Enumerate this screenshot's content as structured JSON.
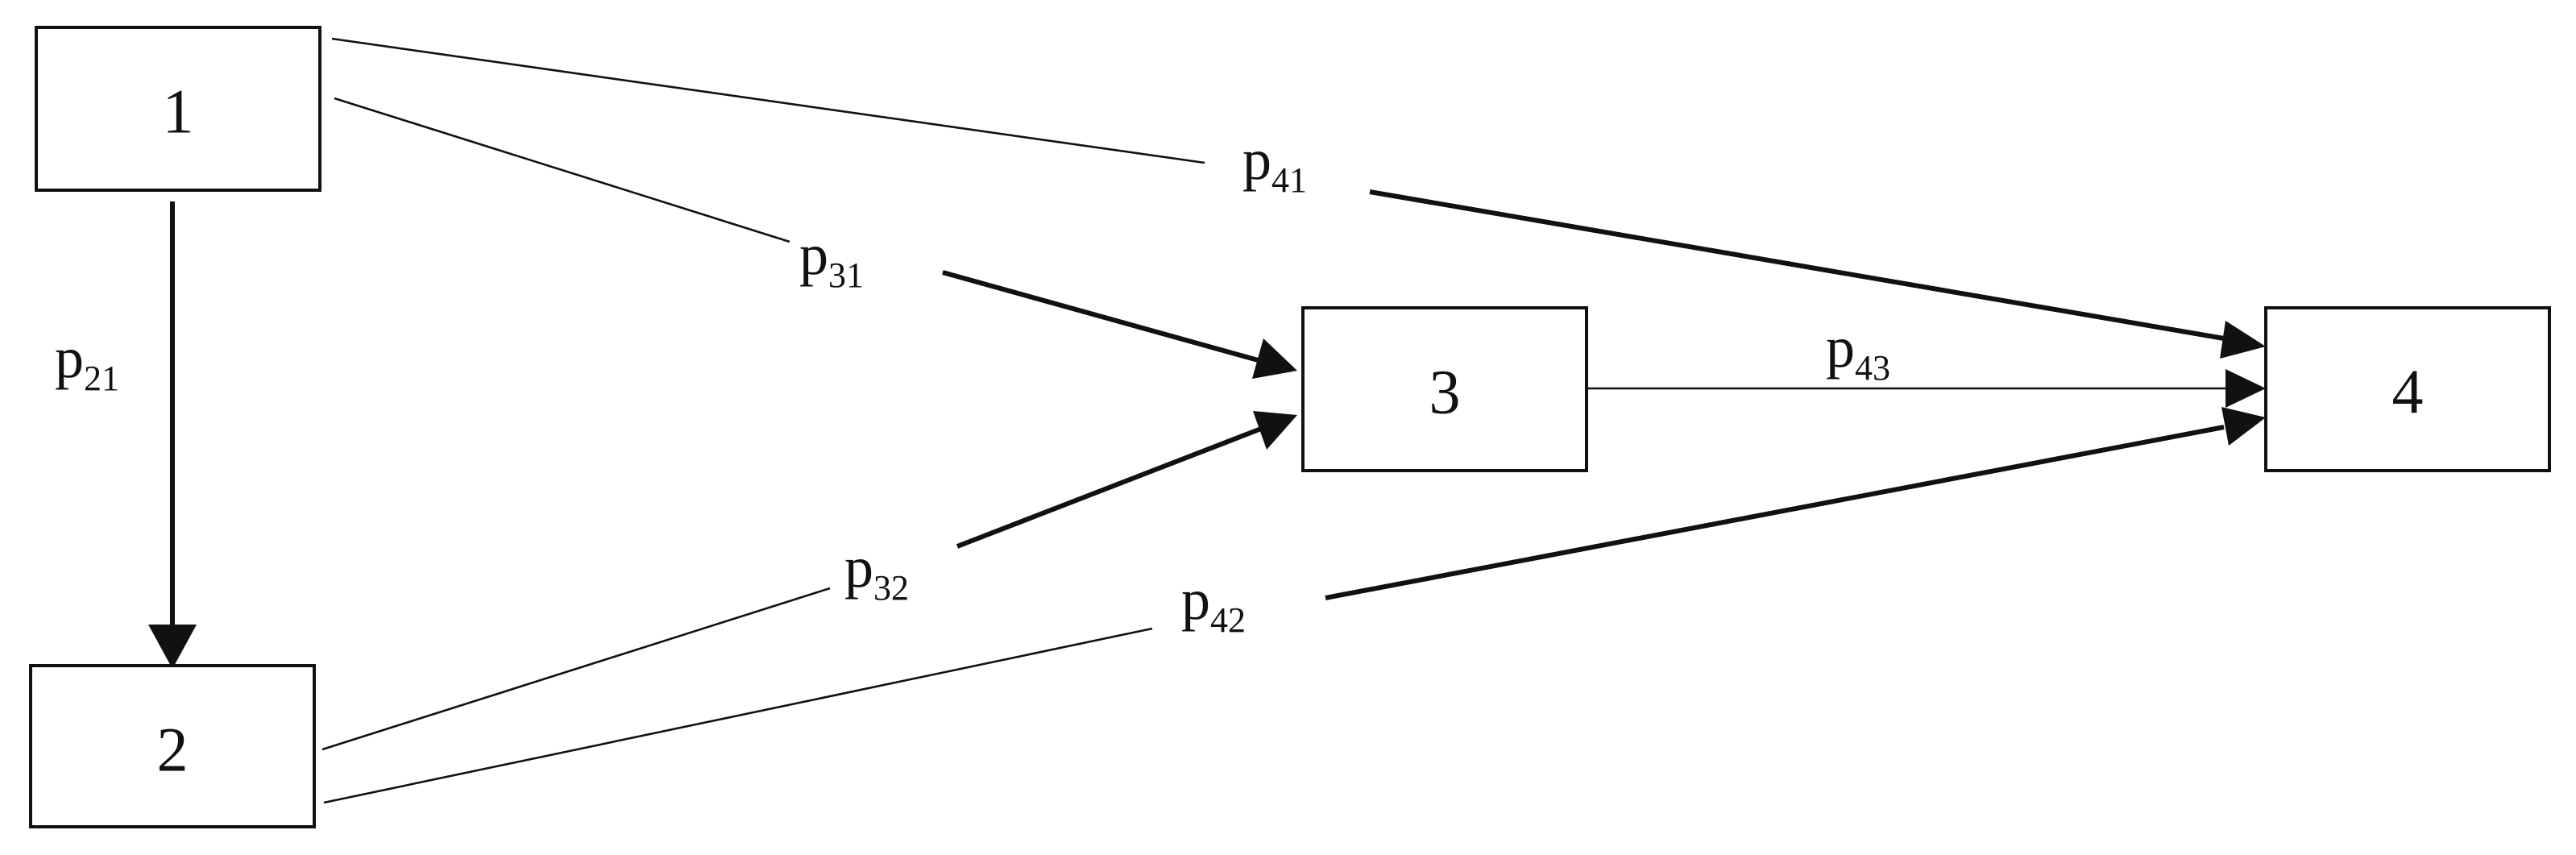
{
  "diagram": {
    "nodes": [
      {
        "id": "1",
        "label": "1"
      },
      {
        "id": "2",
        "label": "2"
      },
      {
        "id": "3",
        "label": "3"
      },
      {
        "id": "4",
        "label": "4"
      }
    ],
    "edges": [
      {
        "from": "1",
        "to": "2",
        "label_main": "p",
        "label_sub": "21"
      },
      {
        "from": "1",
        "to": "3",
        "label_main": "p",
        "label_sub": "31"
      },
      {
        "from": "1",
        "to": "4",
        "label_main": "p",
        "label_sub": "41"
      },
      {
        "from": "2",
        "to": "3",
        "label_main": "p",
        "label_sub": "32"
      },
      {
        "from": "2",
        "to": "4",
        "label_main": "p",
        "label_sub": "42"
      },
      {
        "from": "3",
        "to": "4",
        "label_main": "p",
        "label_sub": "43"
      }
    ]
  }
}
